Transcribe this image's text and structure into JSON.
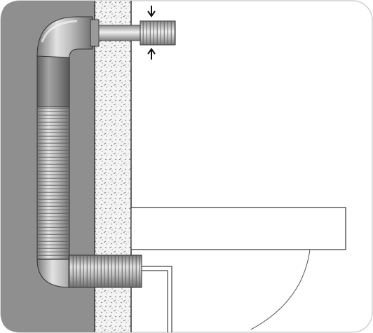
{
  "diagram": {
    "kind": "installation-cutaway",
    "components": [
      "wall-recess",
      "masonry-wall",
      "flexible-duct",
      "elbow-top",
      "elbow-bottom",
      "wall-sleeve",
      "pipe-stub",
      "shelf",
      "drain-pipe",
      "basin-arc"
    ],
    "markers": [
      {
        "name": "arrow-down-icon",
        "glyph": "↓"
      },
      {
        "name": "arrow-up-icon",
        "glyph": "↑"
      }
    ],
    "colors": {
      "recess": "#8c8c8c",
      "wall_fill": "#f2f2f2",
      "wall_speckle": "#6e6e6e",
      "duct_light": "#d9d9d9",
      "duct_dark": "#7a7a7a",
      "outline": "#222222",
      "frame": "#c8c8c8"
    }
  }
}
